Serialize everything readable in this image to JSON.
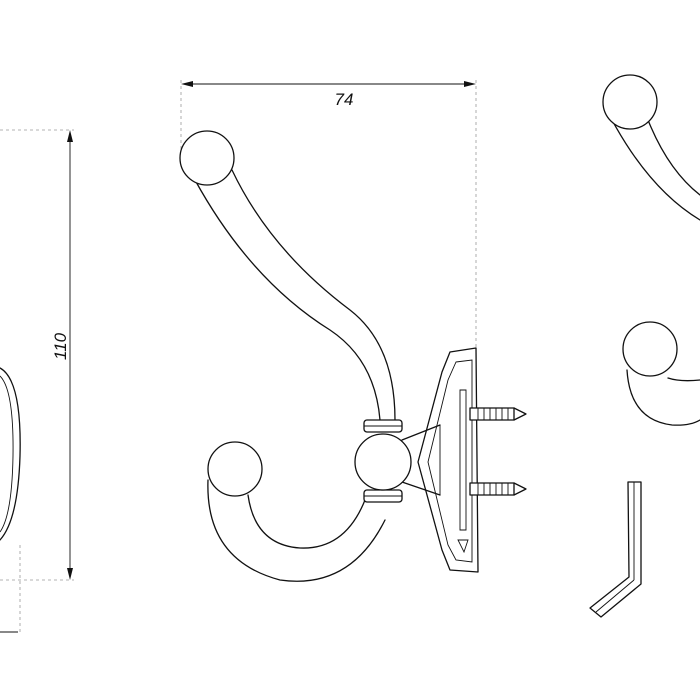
{
  "dimensions": {
    "width_label": "74",
    "height_label": "110"
  },
  "colors": {
    "line": "#111111",
    "extension_line": "#9a9a9a",
    "background": "#ffffff"
  },
  "views": [
    "side-view-partial",
    "front-view",
    "three-quarter-view-partial"
  ],
  "accessories": [
    "hex-key-icon",
    "screw-icon"
  ]
}
